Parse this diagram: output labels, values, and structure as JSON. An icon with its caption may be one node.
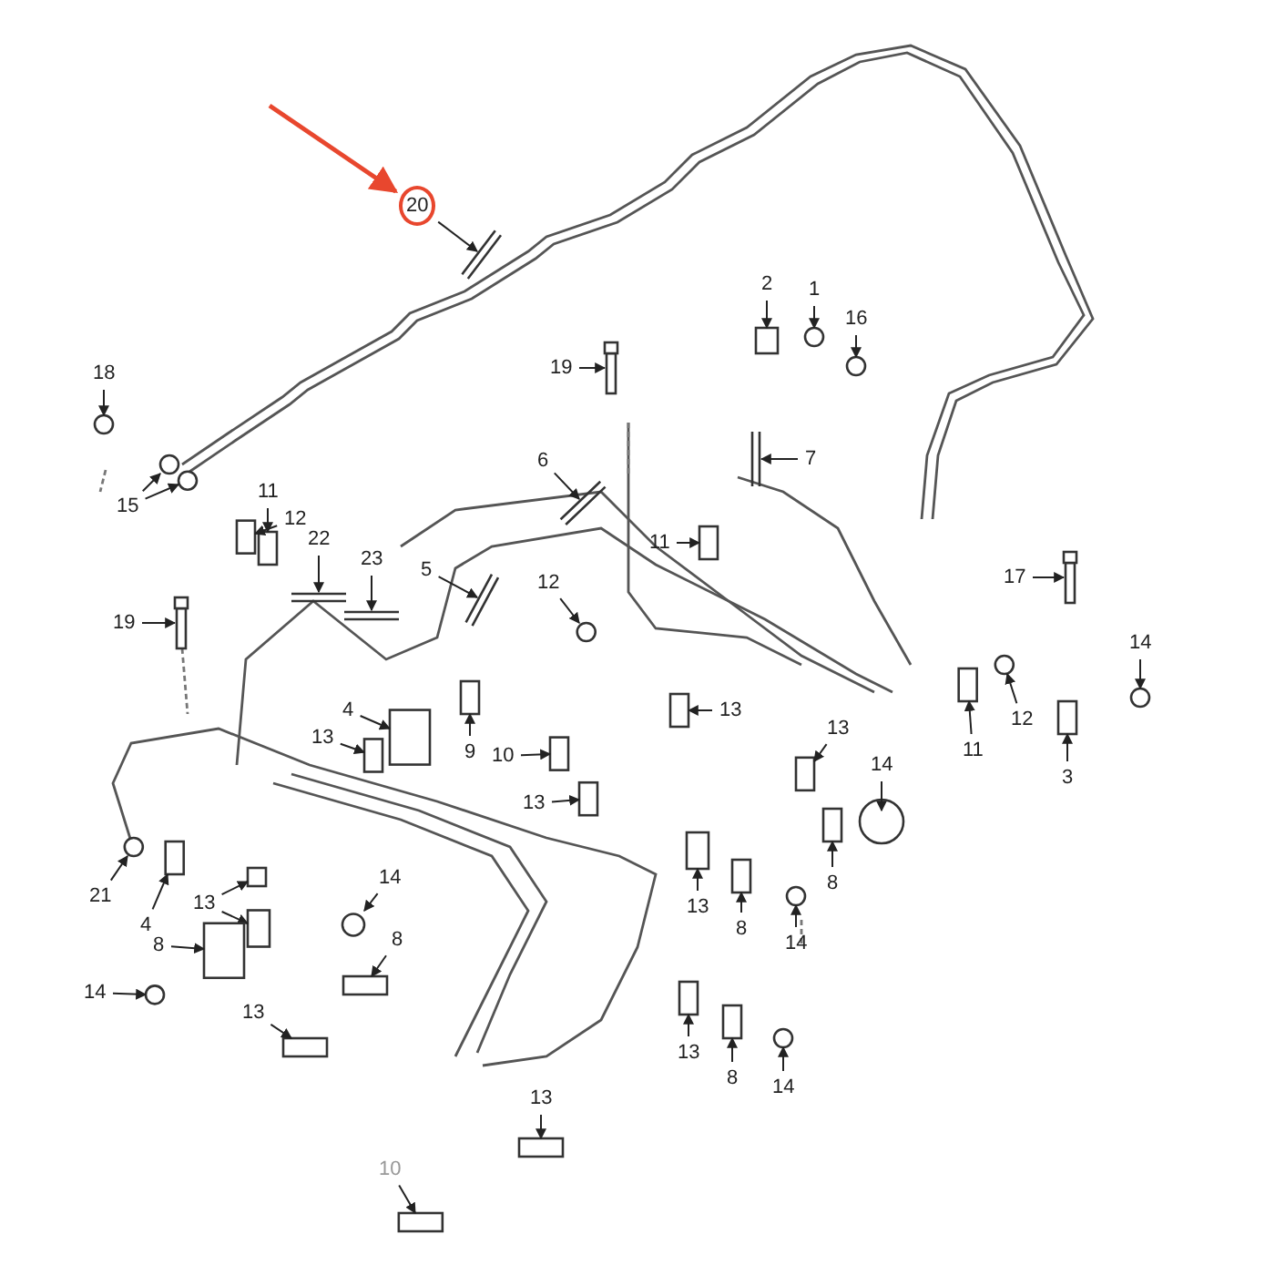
{
  "diagram": {
    "nodes": [
      {
        "text": [
          "20"
        ]
      },
      {
        "text": [
          "18"
        ]
      },
      {
        "text": [
          "15"
        ]
      },
      {
        "text": [
          "2"
        ]
      },
      {
        "text": [
          "1"
        ]
      },
      {
        "text": [
          "16"
        ]
      },
      {
        "text": [
          "19"
        ]
      },
      {
        "text": [
          "6"
        ]
      },
      {
        "text": [
          "7"
        ]
      },
      {
        "text": [
          "11"
        ]
      },
      {
        "text": [
          "12"
        ]
      },
      {
        "text": [
          "22"
        ]
      },
      {
        "text": [
          "23"
        ]
      },
      {
        "text": [
          "5"
        ]
      },
      {
        "text": [
          "12"
        ]
      },
      {
        "text": [
          "11"
        ]
      },
      {
        "text": [
          "19"
        ]
      },
      {
        "text": [
          "17"
        ]
      },
      {
        "text": [
          "14"
        ]
      },
      {
        "text": [
          "4"
        ]
      },
      {
        "text": [
          "13"
        ]
      },
      {
        "text": [
          "9"
        ]
      },
      {
        "text": [
          "10"
        ]
      },
      {
        "text": [
          "13"
        ]
      },
      {
        "text": [
          "13"
        ]
      },
      {
        "text": [
          "12"
        ]
      },
      {
        "text": [
          "11"
        ]
      },
      {
        "text": [
          "3"
        ]
      },
      {
        "text": [
          "13"
        ]
      },
      {
        "text": [
          "14"
        ]
      },
      {
        "text": [
          "8"
        ]
      },
      {
        "text": [
          "13"
        ]
      },
      {
        "text": [
          "8"
        ]
      },
      {
        "text": [
          "14"
        ]
      },
      {
        "text": [
          "13"
        ]
      },
      {
        "text": [
          "8"
        ]
      },
      {
        "text": [
          "14"
        ]
      },
      {
        "text": [
          "21"
        ]
      },
      {
        "text": [
          "4"
        ]
      },
      {
        "text": [
          "13"
        ]
      },
      {
        "text": [
          "8"
        ]
      },
      {
        "text": [
          "14"
        ]
      },
      {
        "text": [
          "14"
        ]
      },
      {
        "text": [
          "8"
        ]
      },
      {
        "text": [
          "13"
        ]
      },
      {
        "text": [
          "13"
        ]
      },
      {
        "text": [
          "10"
        ]
      },
      {
        "text": [],
        "shape": "pipe"
      },
      {
        "text": [],
        "shape": "circle"
      },
      {
        "text": [],
        "shape": "circle"
      },
      {
        "text": [],
        "shape": "circle"
      },
      {
        "text": [],
        "shape": "box"
      },
      {
        "text": [],
        "shape": "circle"
      },
      {
        "text": [],
        "shape": "circle"
      },
      {
        "text": [],
        "shape": "bolt"
      },
      {
        "text": [],
        "shape": "pipe"
      },
      {
        "text": [],
        "shape": "pipe"
      },
      {
        "text": [],
        "shape": "box"
      },
      {
        "text": [],
        "shape": "box"
      },
      {
        "text": [],
        "shape": "pipe"
      },
      {
        "text": [],
        "shape": "pipe"
      },
      {
        "text": [],
        "shape": "pipe"
      },
      {
        "text": [],
        "shape": "circle"
      },
      {
        "text": [],
        "shape": "box"
      },
      {
        "text": [],
        "shape": "bolt"
      },
      {
        "text": [],
        "shape": "bolt"
      },
      {
        "text": [],
        "shape": "circle"
      },
      {
        "text": [],
        "shape": "box"
      },
      {
        "text": [],
        "shape": "box"
      },
      {
        "text": [],
        "shape": "box"
      },
      {
        "text": [],
        "shape": "box"
      },
      {
        "text": [],
        "shape": "box"
      },
      {
        "text": [],
        "shape": "box"
      },
      {
        "text": [],
        "shape": "circle"
      },
      {
        "text": [],
        "shape": "box"
      },
      {
        "text": [],
        "shape": "box"
      },
      {
        "text": [],
        "shape": "box"
      },
      {
        "text": [],
        "shape": "circle"
      },
      {
        "text": [],
        "shape": "box"
      },
      {
        "text": [],
        "shape": "box"
      },
      {
        "text": [],
        "shape": "box"
      },
      {
        "text": [],
        "shape": "circle"
      },
      {
        "text": [],
        "shape": "box"
      },
      {
        "text": [],
        "shape": "box"
      },
      {
        "text": [],
        "shape": "circle"
      },
      {
        "text": [],
        "shape": "circle"
      },
      {
        "text": [],
        "shape": "box"
      },
      {
        "text": [],
        "shape": "box"
      },
      {
        "text": [],
        "shape": "box"
      },
      {
        "text": [],
        "shape": "box"
      },
      {
        "text": [],
        "shape": "circle"
      },
      {
        "text": [],
        "shape": "circle"
      },
      {
        "text": [],
        "shape": "box"
      },
      {
        "text": [],
        "shape": "box"
      },
      {
        "text": [],
        "shape": "box"
      },
      {
        "text": [],
        "shape": "box"
      }
    ],
    "edges": [
      {
        "from": null,
        "to": 0,
        "arrow": "to",
        "style": "thick",
        "color": "#e8472e"
      },
      {
        "from": 0,
        "to": 47,
        "arrow": "to"
      },
      {
        "from": 1,
        "to": 48,
        "arrow": "to"
      },
      {
        "from": 2,
        "to": 49,
        "arrow": "to"
      },
      {
        "from": 2,
        "to": 50,
        "arrow": "to"
      },
      {
        "from": 3,
        "to": 51,
        "arrow": "to"
      },
      {
        "from": 4,
        "to": 52,
        "arrow": "to"
      },
      {
        "from": 5,
        "to": 53,
        "arrow": "to"
      },
      {
        "from": 6,
        "to": 54,
        "arrow": "to"
      },
      {
        "from": 7,
        "to": 55,
        "arrow": "to"
      },
      {
        "from": 8,
        "to": 56,
        "arrow": "to"
      },
      {
        "from": 9,
        "to": 57,
        "arrow": "to"
      },
      {
        "from": 10,
        "to": 58,
        "arrow": "to"
      },
      {
        "from": 11,
        "to": 59,
        "arrow": "to"
      },
      {
        "from": 12,
        "to": 60,
        "arrow": "to"
      },
      {
        "from": 13,
        "to": 61,
        "arrow": "to"
      },
      {
        "from": 14,
        "to": 62,
        "arrow": "to"
      },
      {
        "from": 15,
        "to": 63,
        "arrow": "to"
      },
      {
        "from": 16,
        "to": 64,
        "arrow": "to"
      },
      {
        "from": 17,
        "to": 65,
        "arrow": "to"
      },
      {
        "from": 18,
        "to": 66,
        "arrow": "to"
      },
      {
        "from": 19,
        "to": 67,
        "arrow": "to"
      },
      {
        "from": 20,
        "to": 68,
        "arrow": "to"
      },
      {
        "from": 21,
        "to": 69,
        "arrow": "to"
      },
      {
        "from": 22,
        "to": 70,
        "arrow": "to"
      },
      {
        "from": 23,
        "to": 71,
        "arrow": "to"
      },
      {
        "from": 24,
        "to": 72,
        "arrow": "to"
      },
      {
        "from": 25,
        "to": 73,
        "arrow": "to"
      },
      {
        "from": 26,
        "to": 74,
        "arrow": "to"
      },
      {
        "from": 27,
        "to": 75,
        "arrow": "to"
      },
      {
        "from": 28,
        "to": 76,
        "arrow": "to"
      },
      {
        "from": 29,
        "to": 77,
        "arrow": "to"
      },
      {
        "from": 30,
        "to": 78,
        "arrow": "to"
      },
      {
        "from": 31,
        "to": 79,
        "arrow": "to"
      },
      {
        "from": 32,
        "to": 80,
        "arrow": "to"
      },
      {
        "from": 33,
        "to": 81,
        "arrow": "to"
      },
      {
        "from": 34,
        "to": 82,
        "arrow": "to"
      },
      {
        "from": 35,
        "to": 83,
        "arrow": "to"
      },
      {
        "from": 36,
        "to": 84,
        "arrow": "to"
      },
      {
        "from": 37,
        "to": 85,
        "arrow": "to"
      },
      {
        "from": 38,
        "to": 86,
        "arrow": "to"
      },
      {
        "from": 39,
        "to": 87,
        "arrow": "to"
      },
      {
        "from": 39,
        "to": 88,
        "arrow": "to"
      },
      {
        "from": 40,
        "to": 89,
        "arrow": "to"
      },
      {
        "from": 41,
        "to": 90,
        "arrow": "to"
      },
      {
        "from": 42,
        "to": 91,
        "arrow": "to"
      },
      {
        "from": 43,
        "to": 92,
        "arrow": "to"
      },
      {
        "from": 44,
        "to": 93,
        "arrow": "to"
      },
      {
        "from": 45,
        "to": 94,
        "arrow": "to"
      },
      {
        "from": 46,
        "to": 95,
        "arrow": "to"
      }
    ]
  }
}
